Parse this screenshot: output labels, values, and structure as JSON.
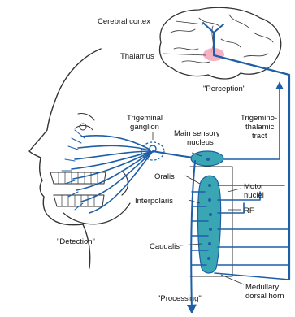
{
  "labels": {
    "cerebral_cortex": "Cerebral cortex",
    "thalamus": "Thalamus",
    "perception": "\"Perception\"",
    "trigeminal_ganglion_1": "Trigeminal",
    "trigeminal_ganglion_2": "ganglion",
    "main_sensory_1": "Main sensory",
    "main_sensory_2": "nucleus",
    "trigemino_1": "Trigemino-",
    "trigemino_2": "thalamic",
    "trigemino_3": "tract",
    "oralis": "Oralis",
    "motor_1": "Motor",
    "motor_2": "nuclei",
    "interpolaris": "Interpolaris",
    "rf": "RF",
    "detection": "\"Detection\"",
    "caudalis": "Caudalis",
    "medullary_1": "Medullary",
    "medullary_2": "dorsal horn",
    "processing": "\"Processing\""
  },
  "colors": {
    "pathway": "#1d5ea8",
    "nucleus_fill": "#3aa6b3",
    "thalamus_highlight": "#f2a3b8",
    "outline": "#333333"
  }
}
